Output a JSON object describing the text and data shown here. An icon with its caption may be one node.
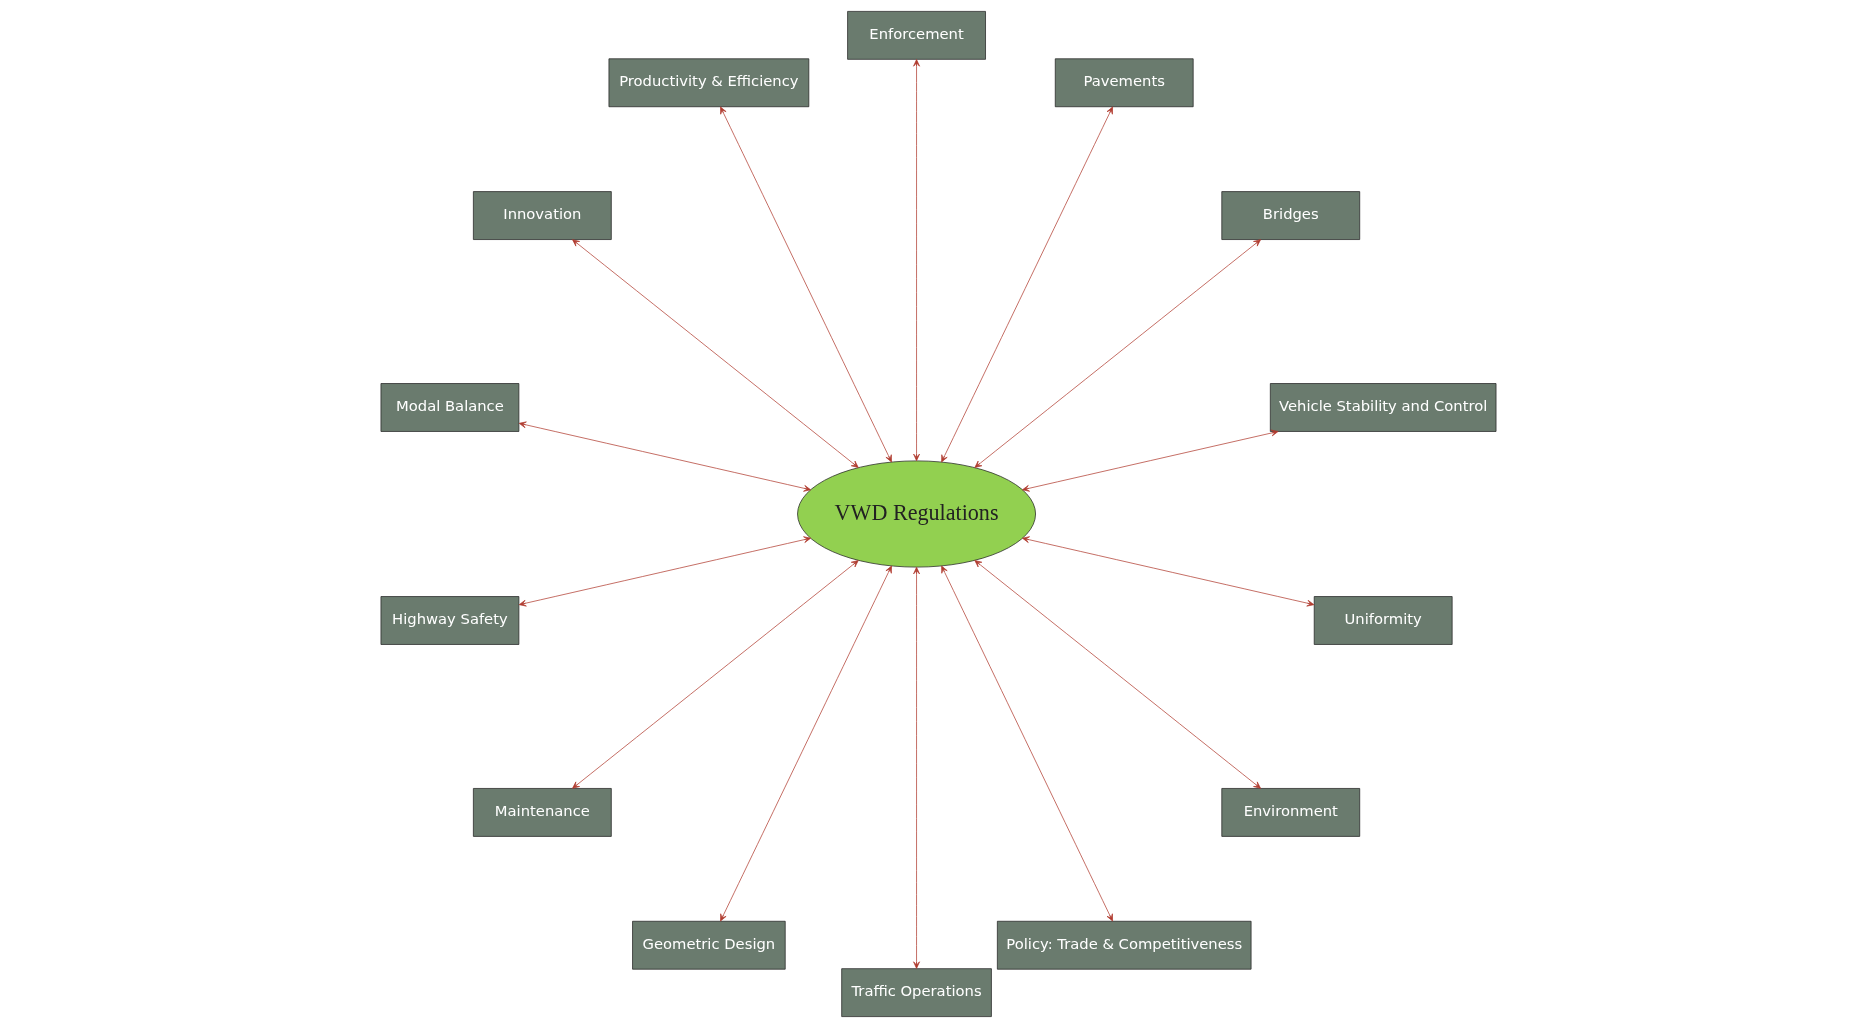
{
  "diagram": {
    "nodes": [
      {
        "text": [
          "VWD Regulations"
        ]
      },
      {
        "text": [
          "Vehicle Stability and Control"
        ]
      },
      {
        "text": [
          "Bridges"
        ]
      },
      {
        "text": [
          "Pavements"
        ]
      },
      {
        "text": [
          "Enforcement"
        ]
      },
      {
        "text": [
          "Productivity & Efficiency"
        ]
      },
      {
        "text": [
          "Innovation"
        ]
      },
      {
        "text": [
          "Modal Balance"
        ]
      },
      {
        "text": [
          "Highway Safety"
        ]
      },
      {
        "text": [
          "Maintenance"
        ]
      },
      {
        "text": [
          "Geometric Design"
        ]
      },
      {
        "text": [
          "Traffic Operations"
        ]
      },
      {
        "text": [
          "Policy: Trade & Competitiveness"
        ]
      },
      {
        "text": [
          "Environment"
        ]
      },
      {
        "text": [
          "Uniformity"
        ]
      }
    ],
    "edges": [
      {
        "from": 0,
        "to": 1,
        "arrow": "both"
      },
      {
        "from": 0,
        "to": 5,
        "arrow": "both"
      },
      {
        "from": 0,
        "to": 7,
        "arrow": "both"
      },
      {
        "from": 0,
        "to": 9,
        "arrow": "both"
      },
      {
        "from": 0,
        "to": 10,
        "arrow": "both"
      },
      {
        "from": 0,
        "to": 14,
        "arrow": "both"
      },
      {
        "from": 0,
        "to": 13,
        "arrow": "both"
      },
      {
        "from": 0,
        "to": 12,
        "arrow": "both"
      },
      {
        "from": 0,
        "to": 11,
        "arrow": "both"
      },
      {
        "from": 0,
        "to": 8,
        "arrow": "both"
      },
      {
        "from": 0,
        "to": 6,
        "arrow": "both"
      },
      {
        "from": 0,
        "to": 4,
        "arrow": "both"
      },
      {
        "from": 0,
        "to": 2,
        "arrow": "both"
      },
      {
        "from": 0,
        "to": 3,
        "arrow": "both"
      }
    ]
  }
}
